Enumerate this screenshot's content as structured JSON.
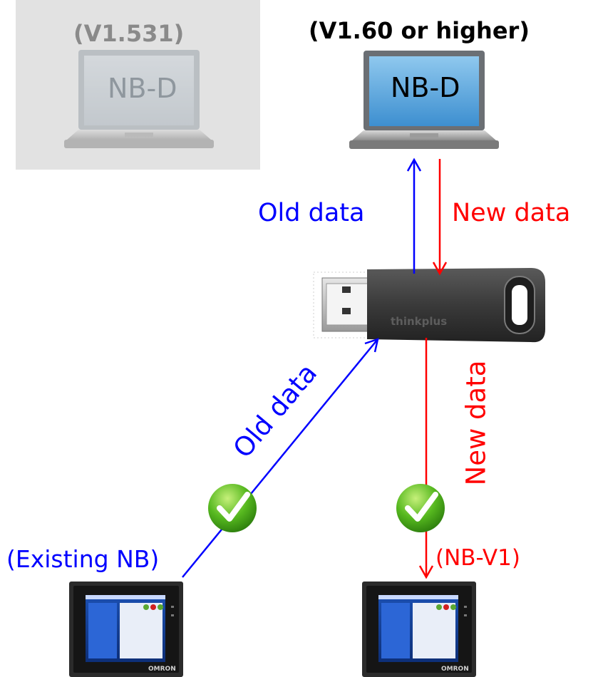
{
  "laptops": {
    "old": {
      "version": "(V1.531)",
      "screen_label": "NB-D"
    },
    "new": {
      "version": "(V1.60 or higher)",
      "screen_label": "NB-D"
    }
  },
  "usb": {
    "brand": "thinkplus"
  },
  "arrows": {
    "up_to_laptop": "Old data",
    "down_from_laptop": "New data",
    "diagonal_to_usb": "Old data",
    "down_to_hmi": "New data"
  },
  "devices": {
    "left": {
      "label": "(Existing NB)",
      "brand": "OMRON"
    },
    "right": {
      "label": "(NB-V1)",
      "brand": "OMRON"
    }
  },
  "colors": {
    "old_data": "#0000ff",
    "new_data": "#ff0000",
    "check": "#3aa317",
    "old_version_text": "#8a8a8a"
  }
}
